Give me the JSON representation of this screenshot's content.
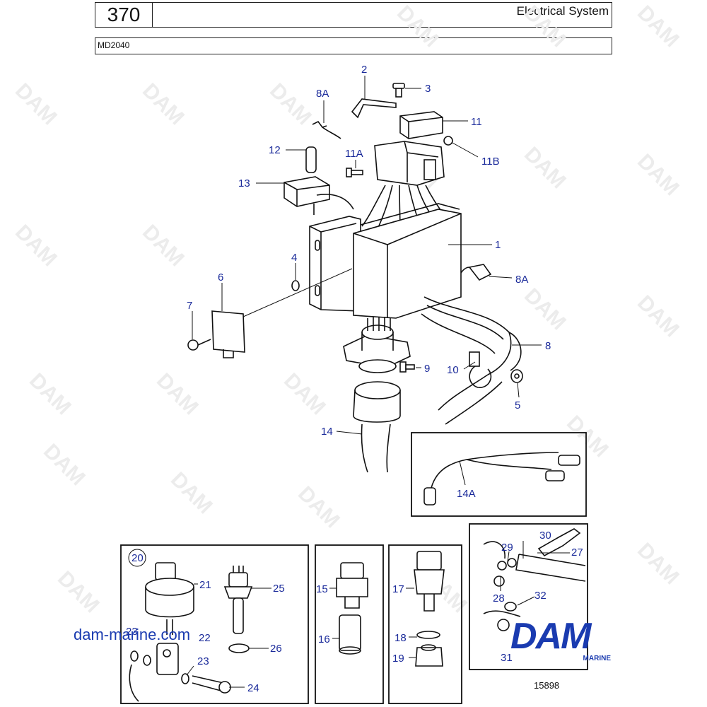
{
  "header": {
    "page_number": "370",
    "title": "Electrical System"
  },
  "model": "MD2040",
  "watermark": "DAM",
  "website": "dam-marine.com",
  "figure_number": "15898",
  "logo": {
    "text": "DAM",
    "subtext": "MARINE"
  },
  "callouts": {
    "c1": "1",
    "c2": "2",
    "c3": "3",
    "c4": "4",
    "c5": "5",
    "c6": "6",
    "c7": "7",
    "c8": "8",
    "c8a_top": "8A",
    "c8a_right": "8A",
    "c9": "9",
    "c10": "10",
    "c11": "11",
    "c11a": "11A",
    "c11b": "11B",
    "c12": "12",
    "c13": "13",
    "c14": "14",
    "c14a": "14A",
    "c15": "15",
    "c16": "16",
    "c17": "17",
    "c18": "18",
    "c19": "19",
    "c20": "20",
    "c21": "21",
    "c22": "22",
    "c23a": "23",
    "c23b": "23",
    "c24": "24",
    "c25": "25",
    "c26": "26",
    "c27": "27",
    "c28": "28",
    "c29": "29",
    "c30": "30",
    "c31": "31",
    "c32": "32"
  },
  "colors": {
    "callout": "#1a2a9a",
    "brand": "#1a3bb0",
    "line": "#111111"
  }
}
